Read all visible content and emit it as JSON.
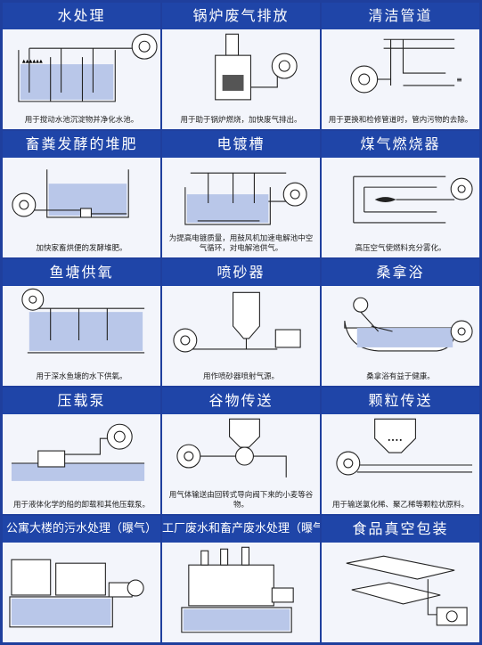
{
  "cells": [
    {
      "title": "水处理",
      "caption": "用于搅动水池沉淀物并净化水池。",
      "icon": "water-treatment-icon"
    },
    {
      "title": "锅炉废气排放",
      "caption": "用于助于锅炉燃烧，加快废气排出。",
      "icon": "boiler-exhaust-icon"
    },
    {
      "title": "清洁管道",
      "caption": "用于更换和检修管道时，管内污物的去除。",
      "icon": "pipe-cleaning-icon"
    },
    {
      "title": "畜粪发酵的堆肥",
      "caption": "加快家畜烘便的发酵堆肥。",
      "icon": "compost-icon"
    },
    {
      "title": "电镀槽",
      "caption": "为提高电镀质量，用鼓风机加速电解池中空气循环，对电解池供气。",
      "icon": "plating-tank-icon"
    },
    {
      "title": "煤气燃烧器",
      "caption": "高压空气使燃料充分雾化。",
      "icon": "gas-burner-icon"
    },
    {
      "title": "鱼塘供氧",
      "caption": "用于深水鱼塘的水下供氧。",
      "icon": "fish-pond-icon"
    },
    {
      "title": "喷砂器",
      "caption": "用作喷砂器喷射气源。",
      "icon": "sandblaster-icon"
    },
    {
      "title": "桑拿浴",
      "caption": "桑拿浴有益于健康。",
      "icon": "sauna-bath-icon"
    },
    {
      "title": "压载泵",
      "caption": "用于液体化学的船的卸载和其他压载泵。",
      "icon": "ballast-pump-icon"
    },
    {
      "title": "谷物传送",
      "caption": "用气体输送由回转式导向阀下来的小麦等谷物。",
      "icon": "grain-conveying-icon"
    },
    {
      "title": "颗粒传送",
      "caption": "用于输送氯化稀、聚乙稀等颗粒状原料。",
      "icon": "pellet-conveying-icon"
    },
    {
      "title": "公寓大楼的污水处理（曝气）",
      "caption": "",
      "icon": "apartment-sewage-icon"
    },
    {
      "title": "工厂废水和畜产废水处理（曝气）",
      "caption": "",
      "icon": "factory-wastewater-icon"
    },
    {
      "title": "食品真空包装",
      "caption": "",
      "icon": "vacuum-packaging-icon"
    }
  ]
}
